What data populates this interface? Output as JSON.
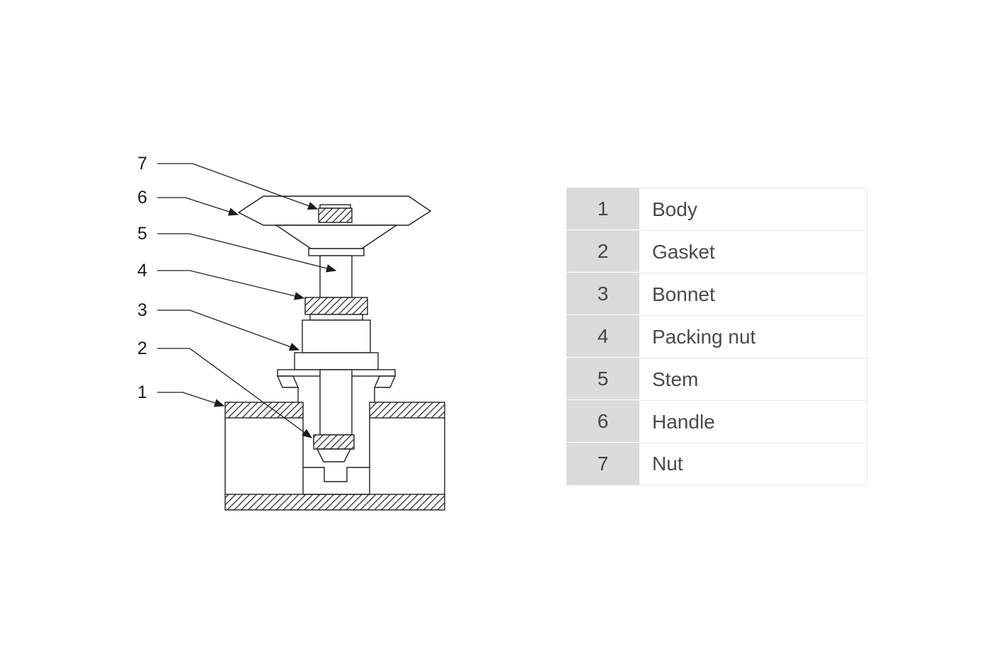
{
  "diagram": {
    "callouts": [
      {
        "number": "7"
      },
      {
        "number": "6"
      },
      {
        "number": "5"
      },
      {
        "number": "4"
      },
      {
        "number": "3"
      },
      {
        "number": "2"
      },
      {
        "number": "1"
      }
    ]
  },
  "legend": {
    "rows": [
      {
        "number": "1",
        "label": "Body"
      },
      {
        "number": "2",
        "label": "Gasket"
      },
      {
        "number": "3",
        "label": "Bonnet"
      },
      {
        "number": "4",
        "label": "Packing nut"
      },
      {
        "number": "5",
        "label": "Stem"
      },
      {
        "number": "6",
        "label": "Handle"
      },
      {
        "number": "7",
        "label": "Nut"
      }
    ]
  }
}
